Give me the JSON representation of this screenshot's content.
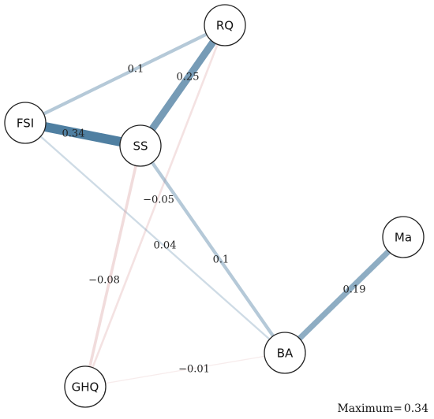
{
  "colors": {
    "positive": "#4f7fa1",
    "negative": "#d9a0a0"
  },
  "nodes": [
    {
      "id": "RQ",
      "label": "RQ"
    },
    {
      "id": "FSI",
      "label": "FSI"
    },
    {
      "id": "SS",
      "label": "SS"
    },
    {
      "id": "Ma",
      "label": "Ma"
    },
    {
      "id": "BA",
      "label": "BA"
    },
    {
      "id": "GHQ",
      "label": "GHQ"
    }
  ],
  "edges": [
    {
      "source": "FSI",
      "target": "RQ",
      "weight": 0.1,
      "label": "0.1"
    },
    {
      "source": "SS",
      "target": "RQ",
      "weight": 0.25,
      "label": "0.25"
    },
    {
      "source": "FSI",
      "target": "SS",
      "weight": 0.34,
      "label": "0.34"
    },
    {
      "source": "RQ",
      "target": "GHQ",
      "weight": -0.05,
      "label": "−0.05"
    },
    {
      "source": "FSI",
      "target": "BA",
      "weight": 0.04,
      "label": "0.04"
    },
    {
      "source": "SS",
      "target": "BA",
      "weight": 0.1,
      "label": "0.1"
    },
    {
      "source": "SS",
      "target": "GHQ",
      "weight": -0.08,
      "label": "−0.08"
    },
    {
      "source": "BA",
      "target": "Ma",
      "weight": 0.19,
      "label": "0.19"
    },
    {
      "source": "GHQ",
      "target": "BA",
      "weight": -0.01,
      "label": "−0.01"
    }
  ],
  "maximum": {
    "prefix": "Maximum=",
    "value": "0.34"
  }
}
